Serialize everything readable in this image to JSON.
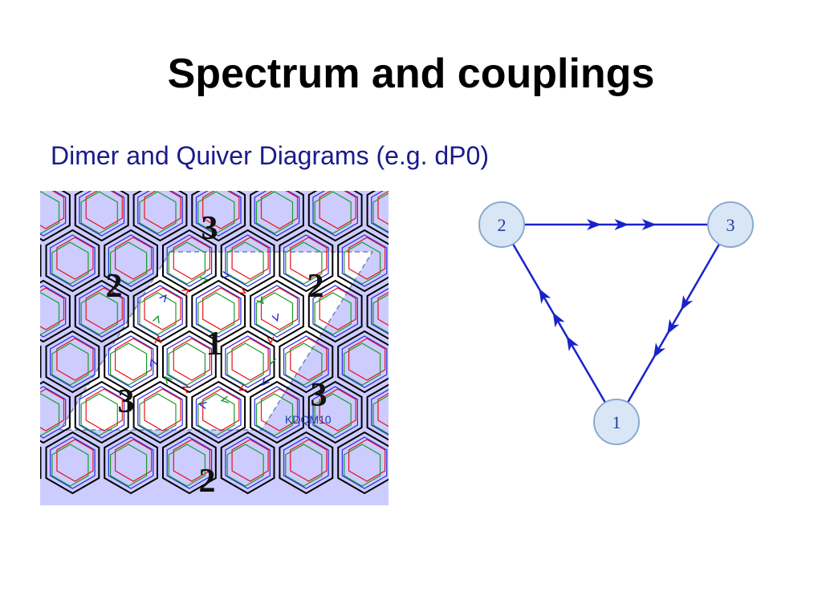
{
  "slide": {
    "title": "Spectrum and couplings",
    "subtitle": "Dimer and Quiver Diagrams (e.g. dP0)"
  },
  "dimer": {
    "face_labels": [
      "3",
      "2",
      "2",
      "1",
      "3",
      "3",
      "2"
    ],
    "credit": "KDQM10",
    "colors": {
      "background": "#ccccff",
      "fundamental_domain": "#ffffff",
      "edges": "#000000",
      "arrows_red": "#e8121c",
      "arrows_green": "#1a9a2c",
      "arrows_blue": "#2a2ae0"
    }
  },
  "quiver": {
    "nodes": [
      {
        "label": "2"
      },
      {
        "label": "3"
      },
      {
        "label": "1"
      }
    ],
    "edges": [
      {
        "from": "2",
        "to": "3",
        "multiplicity": 3
      },
      {
        "from": "3",
        "to": "1",
        "multiplicity": 3
      },
      {
        "from": "1",
        "to": "2",
        "multiplicity": 3
      }
    ],
    "colors": {
      "node_fill": "#d9e6f5",
      "node_stroke": "#8aa9d0",
      "edge": "#1a22cc",
      "label": "#1f3aa8"
    }
  }
}
